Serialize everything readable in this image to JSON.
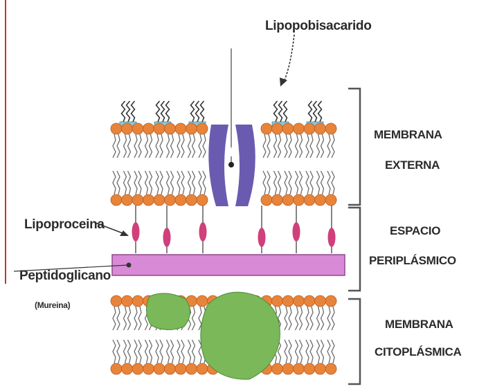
{
  "diagram": {
    "labels": {
      "lipopolysaccharide": "Lipopobisacarido",
      "lipoprotein": "Lipoproceina",
      "peptidoglycan": "Peptidoglicano",
      "murein": "(Mureina)"
    },
    "regions": {
      "outer_membrane": [
        "MEMBRANA",
        "EXTERNA"
      ],
      "periplasmic_space": [
        "ESPACIO",
        "PERIPLÁSMICO"
      ],
      "cytoplasmic_membrane": [
        "MEMBRANA",
        "CITOPLÁSMICA"
      ]
    },
    "colors": {
      "phospholipid_head": "#e8843a",
      "lipid_tail": "#6a6a6a",
      "porin": "#6b5bb0",
      "peptidoglycan": "#d98ad6",
      "lipoprotein": "#d0407a",
      "membrane_protein": "#7ab85a",
      "lps_core": "#8fc7d6",
      "bracket": "#555555"
    }
  }
}
